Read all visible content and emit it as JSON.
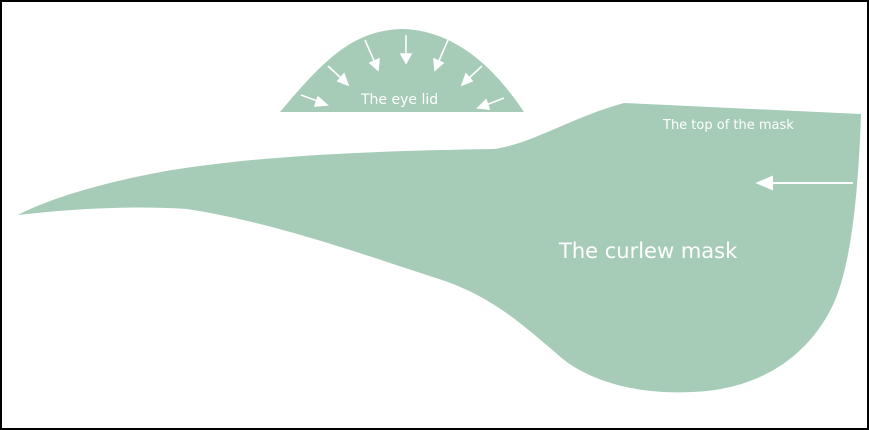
{
  "colors": {
    "shape_fill": "#a6ccb8",
    "arrow": "#ffffff",
    "frame_border": "#000000",
    "background": "#ffffff"
  },
  "labels": {
    "eye_lid": "The eye lid",
    "top_of_mask": "The top of the mask",
    "curlew_mask": "The curlew mask"
  }
}
